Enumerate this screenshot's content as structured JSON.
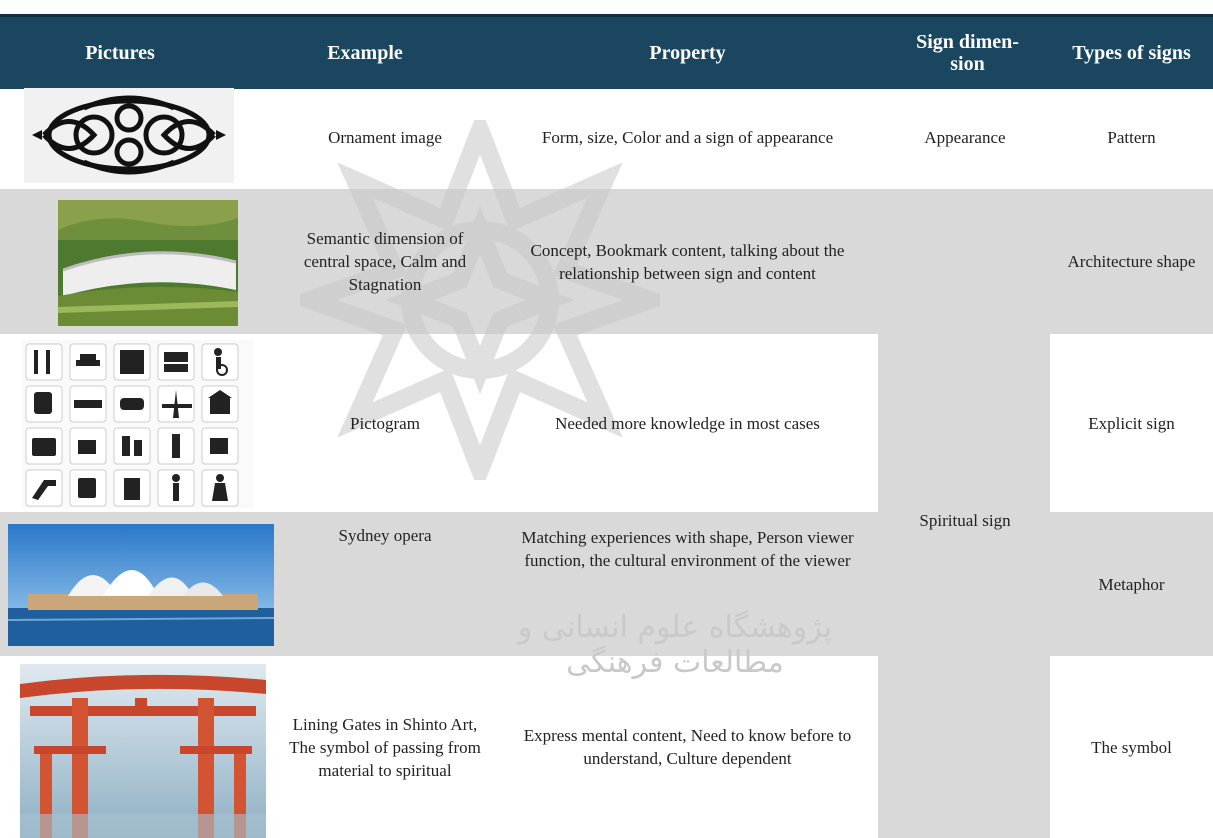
{
  "columns": [
    "Pictures",
    "Example",
    "Property",
    "Sign dimen-\nsion",
    "Types of signs"
  ],
  "rows": [
    {
      "example": "Ornament image",
      "property": "Form, size, Color and a sign of appearance",
      "type": "Pattern",
      "shade": false
    },
    {
      "example": "Semantic dimension of central space, Calm and Stagnation",
      "property": "Concept, Bookmark content, talking about the relationship between sign and content",
      "type": "Architecture shape",
      "shade": true
    },
    {
      "example": "Pictogram",
      "property": "Needed more knowledge in most cases",
      "type": "Explicit sign",
      "shade": false
    },
    {
      "example": "Sydney opera",
      "property": "Matching experiences with shape, Person viewer  function, the cultural environment of the viewer",
      "type": "Metaphor",
      "shade": true
    },
    {
      "example": "Lining Gates in Shinto Art, The symbol of passing from material to spiritual",
      "property": "Express mental content, Need to know before to understand, Culture dependent",
      "type": "The symbol",
      "shade": false
    }
  ],
  "dimensions": {
    "appearance": "Appearance",
    "spiritual": "Spiritual sign"
  },
  "watermark_text": "پژوهشگاه علوم انسانی و مطالعات فرهنگی",
  "colors": {
    "header_bg": "#1b4660",
    "shade": "#d9d9d9",
    "text": "#222222"
  }
}
